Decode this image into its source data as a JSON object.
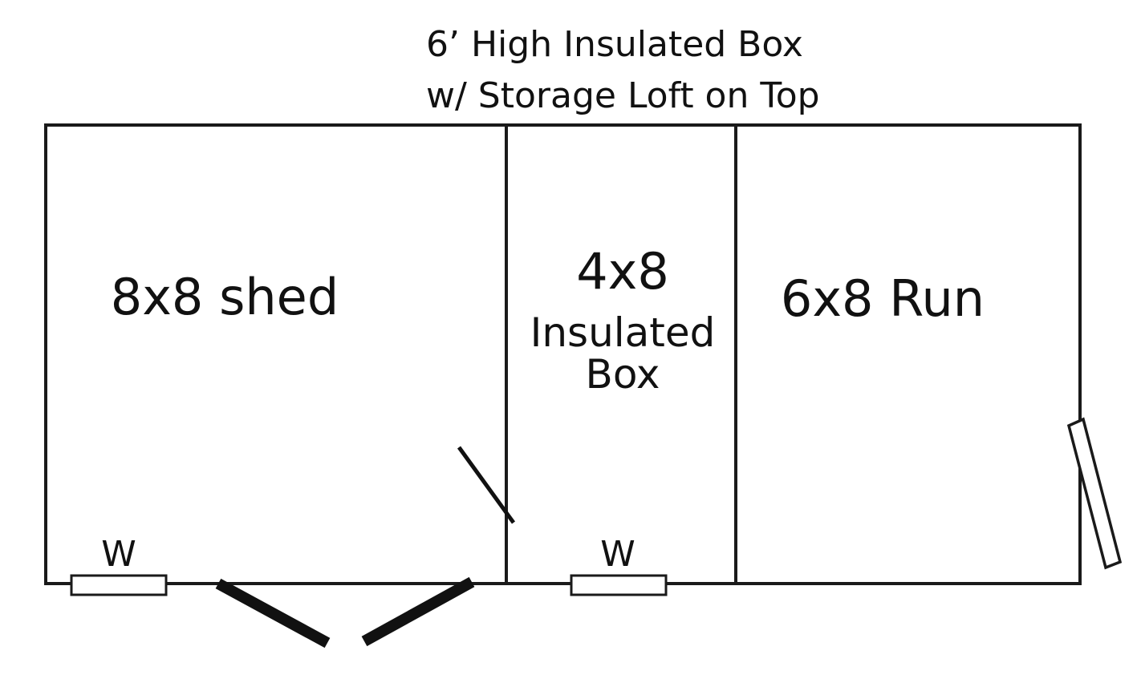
{
  "note": {
    "line1": "6’ High Insulated Box",
    "line2": "w/ Storage Loft on Top"
  },
  "rooms": {
    "shed": {
      "label": "8x8 shed"
    },
    "box": {
      "dims": "4x8",
      "line1": "Insulated",
      "line2": "Box"
    },
    "run": {
      "label": "6x8 Run"
    }
  },
  "windows": [
    {
      "label": "W"
    },
    {
      "label": "W"
    }
  ]
}
